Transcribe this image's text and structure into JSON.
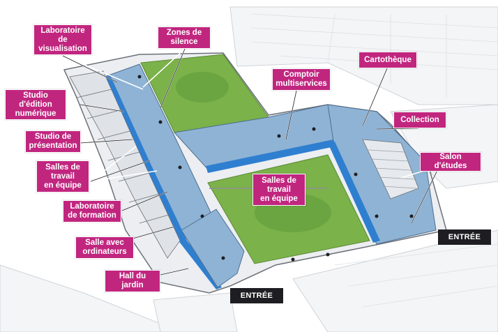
{
  "colors": {
    "label_bg": "#c1267f",
    "label_text": "#ffffff",
    "room_blue": "#8fb3d4",
    "corridor_blue": "#2f7fd0",
    "garden_green": "#7bb24a",
    "entrance_bg": "#1e1e22"
  },
  "labels": {
    "laboratoire_visualisation": "Laboratoire\nde\nvisualisation",
    "zones_silence": "Zones de\nsilence",
    "cartotheque": "Cartothèque",
    "comptoir_multiservices": "Comptoir\nmultiservices",
    "studio_edition": "Studio\nd'édition\nnumérique",
    "collection": "Collection",
    "studio_presentation": "Studio de\nprésentation",
    "salon_etudes": "Salon d'études",
    "salles_travail_left": "Salles de\ntravail\nen équipe",
    "salles_travail_center": "Salles de\ntravail\nen équipe",
    "laboratoire_formation": "Laboratoire\nde formation",
    "salle_ordinateurs": "Salle avec\nordinateurs",
    "hall_jardin": "Hall du\njardin"
  },
  "entrances": {
    "right": "ENTRÉE",
    "bottom": "ENTRÉE"
  }
}
